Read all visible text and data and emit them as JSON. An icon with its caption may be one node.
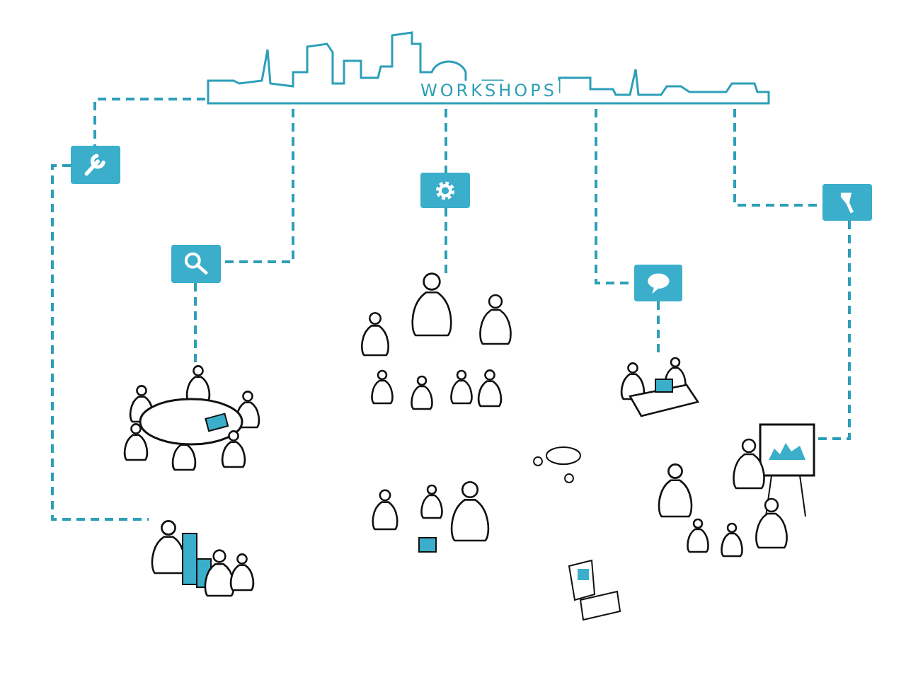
{
  "diagram": {
    "nodes": [
      {
        "text": [
          "WORKSHOPS"
        ]
      },
      {
        "text": [],
        "shape": "picture"
      },
      {
        "text": [],
        "shape": "picture"
      },
      {
        "text": [],
        "shape": "picture"
      },
      {
        "text": [],
        "shape": "picture"
      },
      {
        "text": [],
        "shape": "picture"
      },
      {
        "text": [],
        "shape": "picture"
      },
      {
        "text": [],
        "shape": "picture"
      },
      {
        "text": [],
        "shape": "picture"
      },
      {
        "text": [],
        "shape": "picture"
      },
      {
        "text": [],
        "shape": "picture"
      }
    ],
    "edges": [
      {
        "from": 0,
        "to": 1,
        "arrow": "none",
        "style": "dashed"
      },
      {
        "from": 0,
        "to": 2,
        "arrow": "none",
        "style": "dashed"
      },
      {
        "from": 0,
        "to": 3,
        "arrow": "none",
        "style": "dashed"
      },
      {
        "from": 0,
        "to": 4,
        "arrow": "none",
        "style": "dashed"
      },
      {
        "from": 0,
        "to": 5,
        "arrow": "none",
        "style": "dashed"
      },
      {
        "from": 1,
        "to": 6,
        "arrow": "none",
        "style": "dashed"
      },
      {
        "from": 2,
        "to": 7,
        "arrow": "none",
        "style": "dashed"
      },
      {
        "from": 3,
        "to": 8,
        "arrow": "none",
        "style": "dashed"
      },
      {
        "from": 4,
        "to": 9,
        "arrow": "none",
        "style": "dashed"
      },
      {
        "from": 5,
        "to": 10,
        "arrow": "none",
        "style": "dashed"
      }
    ]
  }
}
